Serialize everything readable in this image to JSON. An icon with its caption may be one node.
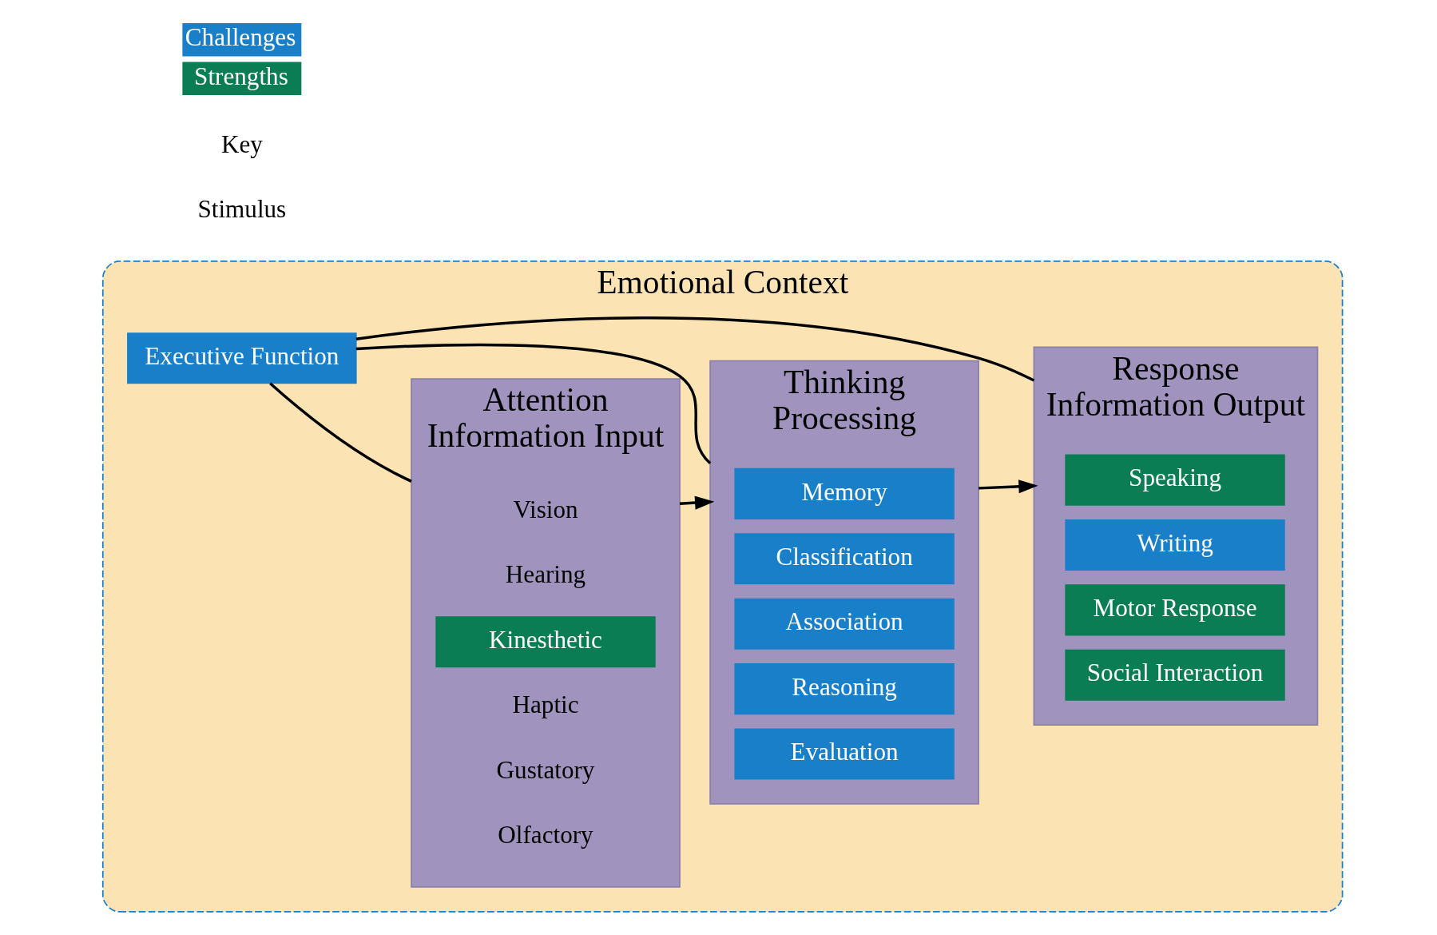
{
  "diagram": {
    "nodes": [
      {
        "text": [
          "Emotional Context"
        ]
      },
      {
        "text": [
          "Executive Function"
        ],
        "in": 0
      },
      {
        "text": [
          "Attention",
          "Information Input"
        ],
        "in": 0
      },
      {
        "text": [
          "Vision"
        ],
        "in": 2
      },
      {
        "text": [
          "Hearing"
        ],
        "in": 2
      },
      {
        "text": [
          "Kinesthetic"
        ],
        "in": 2
      },
      {
        "text": [
          "Haptic"
        ],
        "in": 2
      },
      {
        "text": [
          "Gustatory"
        ],
        "in": 2
      },
      {
        "text": [
          "Olfactory"
        ],
        "in": 2
      },
      {
        "text": [
          "Thinking",
          "Processing"
        ],
        "in": 0
      },
      {
        "text": [
          "Memory"
        ],
        "in": 9
      },
      {
        "text": [
          "Classification"
        ],
        "in": 9
      },
      {
        "text": [
          "Association"
        ],
        "in": 9
      },
      {
        "text": [
          "Reasoning"
        ],
        "in": 9
      },
      {
        "text": [
          "Evaluation"
        ],
        "in": 9
      },
      {
        "text": [
          "Response",
          "Information Output"
        ],
        "in": 0
      },
      {
        "text": [
          "Speaking"
        ],
        "in": 15
      },
      {
        "text": [
          "Writing"
        ],
        "in": 15
      },
      {
        "text": [
          "Motor Response"
        ],
        "in": 15
      },
      {
        "text": [
          "Social Interaction"
        ],
        "in": 15
      }
    ],
    "edges": [
      {
        "from": 1,
        "to": 2,
        "arrow": "none"
      },
      {
        "from": 1,
        "to": 9,
        "arrow": "none"
      },
      {
        "from": 1,
        "to": 15,
        "arrow": "none"
      },
      {
        "from": 2,
        "to": 9,
        "arrow": "to"
      },
      {
        "from": 9,
        "to": 15,
        "arrow": "to"
      }
    ],
    "labels": [
      "Stimulus",
      "Key"
    ],
    "legend": [
      {
        "text": "Challenges",
        "color": "#1a7fc9"
      },
      {
        "text": "Strengths",
        "color": "#0a7d55"
      }
    ]
  }
}
